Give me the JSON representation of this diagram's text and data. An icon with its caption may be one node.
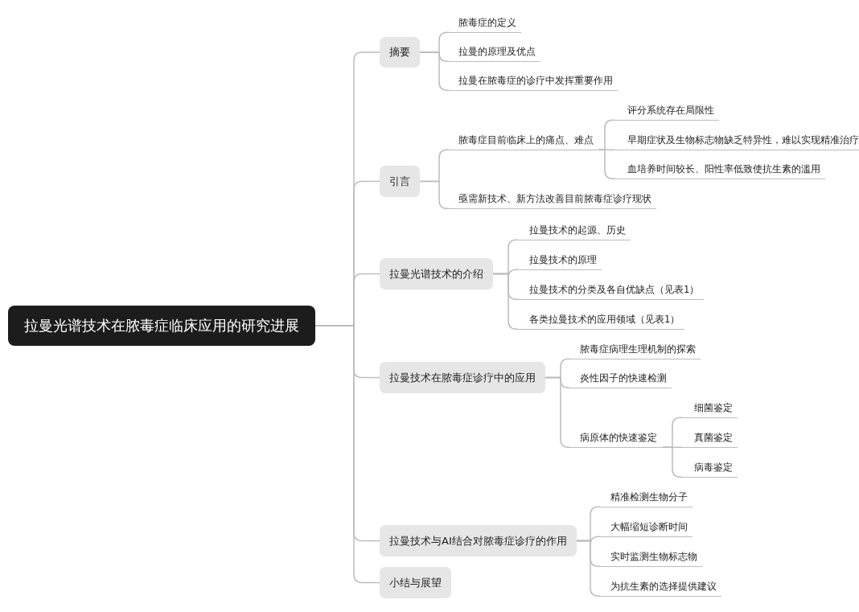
{
  "diagram": {
    "nodes": [
      {
        "text": [
          "拉曼光谱技术在脓毒症临床应用的研究进展"
        ]
      },
      {
        "text": [
          "摘要"
        ]
      },
      {
        "text": [
          "脓毒症的定义"
        ]
      },
      {
        "text": [
          "拉曼的原理及优点"
        ]
      },
      {
        "text": [
          "拉曼在脓毒症的诊疗中发挥重要作用"
        ]
      },
      {
        "text": [
          "引言"
        ]
      },
      {
        "text": [
          "脓毒症目前临床上的痛点、难点"
        ]
      },
      {
        "text": [
          "评分系统存在局限性"
        ]
      },
      {
        "text": [
          "早期症状及生物标志物缺乏特异性，难以实现精准治疗"
        ]
      },
      {
        "text": [
          "血培养时间较长、阳性率低致使抗生素的滥用"
        ]
      },
      {
        "text": [
          "亟需新技术、新方法改善目前脓毒症诊疗现状"
        ]
      },
      {
        "text": [
          "拉曼光谱技术的介绍"
        ]
      },
      {
        "text": [
          "拉曼技术的起源、历史"
        ]
      },
      {
        "text": [
          "拉曼技术的原理"
        ]
      },
      {
        "text": [
          "拉曼技术的分类及各自优缺点（见表1）"
        ]
      },
      {
        "text": [
          "各类拉曼技术的应用领域（见表1）"
        ]
      },
      {
        "text": [
          "拉曼技术在脓毒症诊疗中的应用"
        ]
      },
      {
        "text": [
          "脓毒症病理生理机制的探索"
        ]
      },
      {
        "text": [
          "炎性因子的快速检测"
        ]
      },
      {
        "text": [
          "病原体的快速鉴定"
        ]
      },
      {
        "text": [
          "细菌鉴定"
        ]
      },
      {
        "text": [
          "真菌鉴定"
        ]
      },
      {
        "text": [
          "病毒鉴定"
        ]
      },
      {
        "text": [
          "拉曼技术与AI结合对脓毒症诊疗的作用"
        ]
      },
      {
        "text": [
          "精准检测生物分子"
        ]
      },
      {
        "text": [
          "大幅缩短诊断时间"
        ]
      },
      {
        "text": [
          "实时监测生物标志物"
        ]
      },
      {
        "text": [
          "为抗生素的选择提供建议"
        ]
      },
      {
        "text": [
          "小结与展望"
        ]
      }
    ],
    "edges": [
      {
        "from": 0,
        "to": 1,
        "arrow": "none"
      },
      {
        "from": 0,
        "to": 5,
        "arrow": "none"
      },
      {
        "from": 0,
        "to": 11,
        "arrow": "none"
      },
      {
        "from": 0,
        "to": 16,
        "arrow": "none"
      },
      {
        "from": 0,
        "to": 23,
        "arrow": "none"
      },
      {
        "from": 0,
        "to": 28,
        "arrow": "none"
      },
      {
        "from": 1,
        "to": 2,
        "arrow": "none"
      },
      {
        "from": 1,
        "to": 3,
        "arrow": "none"
      },
      {
        "from": 1,
        "to": 4,
        "arrow": "none"
      },
      {
        "from": 5,
        "to": 6,
        "arrow": "none"
      },
      {
        "from": 5,
        "to": 10,
        "arrow": "none"
      },
      {
        "from": 6,
        "to": 7,
        "arrow": "none"
      },
      {
        "from": 6,
        "to": 8,
        "arrow": "none"
      },
      {
        "from": 6,
        "to": 9,
        "arrow": "none"
      },
      {
        "from": 11,
        "to": 12,
        "arrow": "none"
      },
      {
        "from": 11,
        "to": 13,
        "arrow": "none"
      },
      {
        "from": 11,
        "to": 14,
        "arrow": "none"
      },
      {
        "from": 11,
        "to": 15,
        "arrow": "none"
      },
      {
        "from": 16,
        "to": 17,
        "arrow": "none"
      },
      {
        "from": 16,
        "to": 18,
        "arrow": "none"
      },
      {
        "from": 16,
        "to": 19,
        "arrow": "none"
      },
      {
        "from": 19,
        "to": 20,
        "arrow": "none"
      },
      {
        "from": 19,
        "to": 21,
        "arrow": "none"
      },
      {
        "from": 19,
        "to": 22,
        "arrow": "none"
      },
      {
        "from": 23,
        "to": 24,
        "arrow": "none"
      },
      {
        "from": 23,
        "to": 25,
        "arrow": "none"
      },
      {
        "from": 23,
        "to": 26,
        "arrow": "none"
      },
      {
        "from": 23,
        "to": 27,
        "arrow": "none"
      }
    ]
  }
}
